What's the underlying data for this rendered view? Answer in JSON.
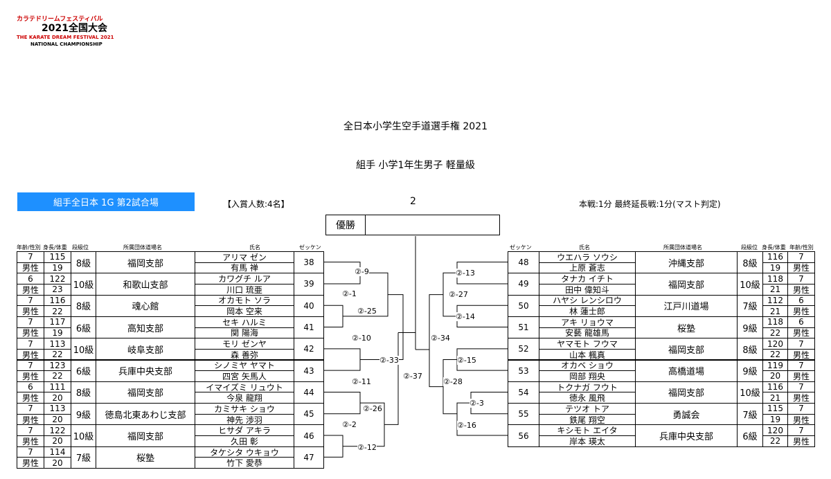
{
  "logo": {
    "line1": "カラテドリームフェスティバル",
    "line2": "2021全国大会",
    "line3": "THE KARATE DREAM FESTIVAL 2021",
    "line4": "NATIONAL CHAMPIONSHIP"
  },
  "title": "全日本小学生空手道選手権 2021",
  "subtitle": "組手 小学1年生男子 軽量級",
  "venue": "組手全日本 1G 第2試合場",
  "winners": "【入賞人数:4名】",
  "match_number": "2",
  "rules": "本戦:1分 最終延長戦:1分(マスト判定)",
  "champion": {
    "label": "優勝",
    "name": ""
  },
  "headers": {
    "age_sex": "年齢/性別",
    "height_weight": "身長/体重",
    "rank": "段級位",
    "dojo": "所属団体道場名",
    "name": "氏名",
    "bib": "ゼッケン"
  },
  "left_players": [
    {
      "age": "7",
      "sex": "男性",
      "height": "115",
      "weight": "19",
      "rank": "8級",
      "dojo": "福岡支部",
      "kana": "アリマ ゼン",
      "kanji": "有馬 禅",
      "bib": "38"
    },
    {
      "age": "6",
      "sex": "男性",
      "height": "122",
      "weight": "23",
      "rank": "10級",
      "dojo": "和歌山支部",
      "kana": "カワグチ ルア",
      "kanji": "川口 琉亜",
      "bib": "39"
    },
    {
      "age": "7",
      "sex": "男性",
      "height": "116",
      "weight": "22",
      "rank": "8級",
      "dojo": "魂心館",
      "kana": "オカモト ソラ",
      "kanji": "岡本 空来",
      "bib": "40"
    },
    {
      "age": "7",
      "sex": "男性",
      "height": "117",
      "weight": "19",
      "rank": "6級",
      "dojo": "高知支部",
      "kana": "セキ ハルミ",
      "kanji": "関 陽海",
      "bib": "41"
    },
    {
      "age": "7",
      "sex": "男性",
      "height": "113",
      "weight": "22",
      "rank": "10級",
      "dojo": "岐阜支部",
      "kana": "モリ ゼンヤ",
      "kanji": "森 善弥",
      "bib": "42"
    },
    {
      "age": "7",
      "sex": "男性",
      "height": "123",
      "weight": "22",
      "rank": "6級",
      "dojo": "兵庫中央支部",
      "kana": "シノミヤ ヤマト",
      "kanji": "四宮 矢馬人",
      "bib": "43"
    },
    {
      "age": "6",
      "sex": "男性",
      "height": "111",
      "weight": "20",
      "rank": "8級",
      "dojo": "福岡支部",
      "kana": "イマイズミ リュウト",
      "kanji": "今泉 龍翔",
      "bib": "44"
    },
    {
      "age": "7",
      "sex": "男性",
      "height": "113",
      "weight": "20",
      "rank": "9級",
      "dojo": "徳島北東あわじ支部",
      "kana": "カミサキ ショウ",
      "kanji": "神先 渉羽",
      "bib": "45"
    },
    {
      "age": "7",
      "sex": "男性",
      "height": "122",
      "weight": "20",
      "rank": "10級",
      "dojo": "福岡支部",
      "kana": "ヒサダ アキラ",
      "kanji": "久田 彰",
      "bib": "46"
    },
    {
      "age": "7",
      "sex": "男性",
      "height": "114",
      "weight": "20",
      "rank": "7級",
      "dojo": "桜塾",
      "kana": "タケシタ ウキョウ",
      "kanji": "竹下 愛恭",
      "bib": "47"
    }
  ],
  "right_players": [
    {
      "bib": "48",
      "kana": "ウエハラ ソウシ",
      "kanji": "上原 蒼志",
      "dojo": "沖縄支部",
      "rank": "8級",
      "height": "116",
      "weight": "19",
      "age": "7",
      "sex": "男性"
    },
    {
      "bib": "49",
      "kana": "タナカ イチト",
      "kanji": "田中 偉知斗",
      "dojo": "福岡支部",
      "rank": "10級",
      "height": "118",
      "weight": "21",
      "age": "7",
      "sex": "男性"
    },
    {
      "bib": "50",
      "kana": "ハヤシ レンシロウ",
      "kanji": "林 蓮士郎",
      "dojo": "江戸川道場",
      "rank": "7級",
      "height": "112",
      "weight": "21",
      "age": "6",
      "sex": "男性"
    },
    {
      "bib": "51",
      "kana": "アキ リョウマ",
      "kanji": "安藝 龍雄馬",
      "dojo": "桜塾",
      "rank": "9級",
      "height": "118",
      "weight": "22",
      "age": "6",
      "sex": "男性"
    },
    {
      "bib": "52",
      "kana": "ヤマモト フウマ",
      "kanji": "山本 楓真",
      "dojo": "福岡支部",
      "rank": "8級",
      "height": "120",
      "weight": "22",
      "age": "7",
      "sex": "男性"
    },
    {
      "bib": "53",
      "kana": "オカベ ショウ",
      "kanji": "岡部 翔央",
      "dojo": "高橋道場",
      "rank": "9級",
      "height": "119",
      "weight": "20",
      "age": "7",
      "sex": "男性"
    },
    {
      "bib": "54",
      "kana": "トクナガ フウト",
      "kanji": "徳永 風飛",
      "dojo": "福岡支部",
      "rank": "10級",
      "height": "116",
      "weight": "21",
      "age": "7",
      "sex": "男性"
    },
    {
      "bib": "55",
      "kana": "テツオ トア",
      "kanji": "鉄尾 翔空",
      "dojo": "勇誠会",
      "rank": "7級",
      "height": "115",
      "weight": "19",
      "age": "7",
      "sex": "男性"
    },
    {
      "bib": "56",
      "kana": "キシモト エイタ",
      "kanji": "岸本 瑛太",
      "dojo": "兵庫中央支部",
      "rank": "6級",
      "height": "120",
      "weight": "22",
      "age": "7",
      "sex": "男性"
    }
  ],
  "matches": {
    "m1": "②-1",
    "m2": "②-2",
    "m3": "②-3",
    "m9": "②-9",
    "m10": "②-10",
    "m11": "②-11",
    "m12": "②-12",
    "m13": "②-13",
    "m14": "②-14",
    "m15": "②-15",
    "m16": "②-16",
    "m25": "②-25",
    "m26": "②-26",
    "m27": "②-27",
    "m28": "②-28",
    "m33": "②-33",
    "m34": "②-34",
    "m37": "②-37"
  }
}
